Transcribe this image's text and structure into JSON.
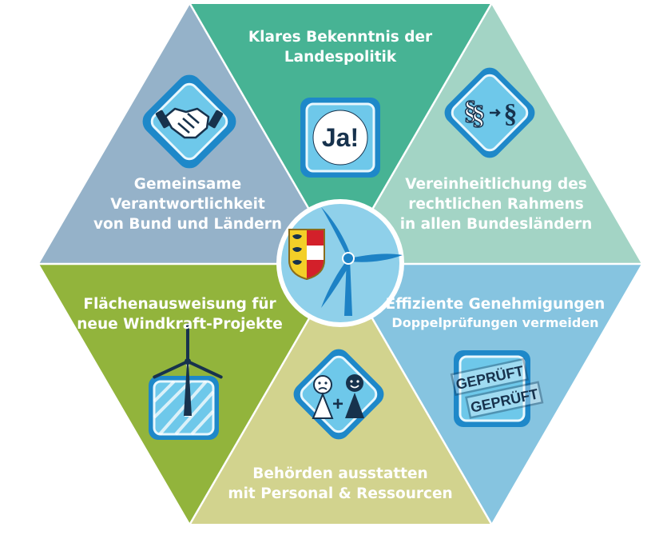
{
  "segments": {
    "top": {
      "lines": [
        "Klares Bekenntnis der",
        "Landespolitik"
      ],
      "color": "#47b394"
    },
    "top_right": {
      "lines": [
        "Vereinheitlichung des",
        "rechtlichen Rahmens",
        "in allen Bundesländern"
      ],
      "color": "#a3d4c5"
    },
    "bottom_right": {
      "lines": [
        "Effiziente Genehmigungen"
      ],
      "subline": "Doppelprüfungen vermeiden",
      "color": "#86c4e0"
    },
    "bottom": {
      "lines": [
        "Behörden ausstatten",
        "mit Personal & Ressourcen"
      ],
      "color": "#d2d38e"
    },
    "bottom_left": {
      "lines": [
        "Flächenausweisung für",
        "neue Windkraft-Projekte"
      ],
      "color": "#92b43c"
    },
    "top_left": {
      "lines": [
        "Gemeinsame",
        "Verantwortlichkeit",
        "von Bund und Ländern"
      ],
      "color": "#95b2c9"
    }
  },
  "icons": {
    "ja_text": "Ja!",
    "stamp_text": "GEPRÜFT",
    "paragraph_symbol": "§",
    "plus_symbol": "+"
  },
  "colors": {
    "icon_fill": "#6ec8ea",
    "icon_stroke": "#1e88c9",
    "icon_dark": "#17324d",
    "center_fill": "#8fd0ea",
    "center_ring": "#ffffff",
    "turbine": "#1d82c5"
  }
}
